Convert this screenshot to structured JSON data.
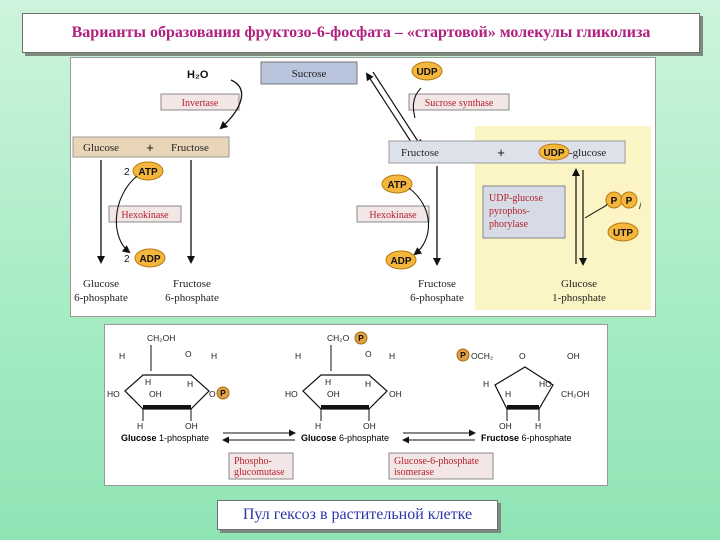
{
  "title": "Варианты образования фруктозо-6-фосфата – «стартовой» молекулы гликолиза",
  "caption": "Пул гексоз в растительной клетке",
  "colors": {
    "title": "#b0207e",
    "caption": "#2a37a8",
    "enzyme": "#b3202b",
    "coin": "#f4b63c",
    "phosphate": "#e2a244",
    "highlight": "#fbf4c4"
  },
  "top": {
    "h2o": "H₂O",
    "sucrose": "Sucrose",
    "udp_top": "UDP",
    "invertase": "Invertase",
    "sucrose_synthase": "Sucrose synthase",
    "glucose": "Glucose",
    "plus": "+",
    "fructose": "Fructose",
    "fructose_right": "Fructose",
    "udp_glucose_udp": "UDP",
    "udp_glucose_suffix": "-glucose",
    "count_2_atp": "2",
    "atp_left": "ATP",
    "atp_right": "ATP",
    "hexokinase_left": "Hexokinase",
    "hexokinase_right": "Hexokinase",
    "count_2_adp": "2",
    "adp_left": "ADP",
    "adp_right": "ADP",
    "ugpp_line1": "UDP-glucose",
    "ugpp_line2": "pyrophos-",
    "ugpp_line3": "phorylase",
    "pp_p1": "P",
    "pp_p2": "P",
    "pp_i": "i",
    "utp": "UTP",
    "g6p_line1": "Glucose",
    "g6p_line2": "6-phosphate",
    "f6p_line1": "Fructose",
    "f6p_line2": "6-phosphate",
    "f6p_right_line1": "Fructose",
    "f6p_right_line2": "6-phosphate",
    "g1p_line1": "Glucose",
    "g1p_line2": "1-phosphate"
  },
  "bottom": {
    "ch2oh": "CH₂OH",
    "ch2o": "CH₂O",
    "och2": "OCH₂",
    "o": "O",
    "h": "H",
    "oh": "OH",
    "ho": "HO",
    "p": "P",
    "g1p_bold": "Glucose",
    "g1p_rest": " 1-phosphate",
    "g6p_bold": "Glucose",
    "g6p_rest": " 6-phosphate",
    "f6p_bold": "Fructose",
    "f6p_rest": " 6-phosphate",
    "pgm_line1": "Phospho-",
    "pgm_line2": "glucomutase",
    "gpi_line1": "Glucose-6-phosphate",
    "gpi_line2": "isomerase"
  }
}
